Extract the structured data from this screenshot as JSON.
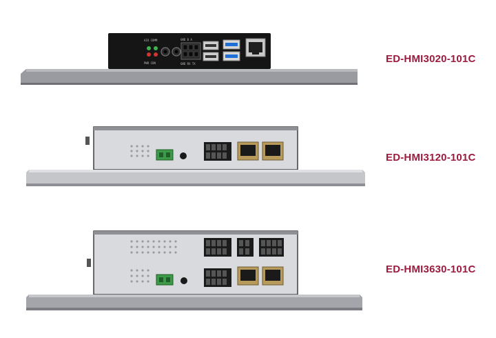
{
  "products": [
    {
      "model": "ED-HMI3020-101C"
    },
    {
      "model": "ED-HMI3120-101C"
    },
    {
      "model": "ED-HMI3630-101C"
    }
  ],
  "colors": {
    "label": "#9b1b3e",
    "black_box": "#161616",
    "silver_box": "#d7d9dc",
    "bezel": "#9a9ba0"
  }
}
